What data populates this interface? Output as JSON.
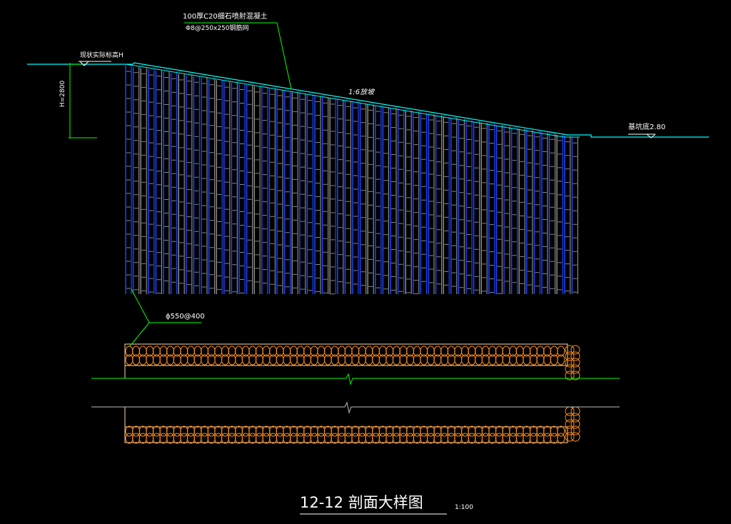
{
  "annotations": {
    "shotcrete": "100厚C20细石喷射混凝土",
    "mesh": "Φ8@250x250钢筋网",
    "existing_grade": "现状实际标高H",
    "height": "H=2800",
    "slope": "1:6放坡",
    "pit_bottom": "基坑底2.80",
    "pile": "ϕ550@400"
  },
  "title": {
    "main": "12-12 剖面大样图",
    "scale": "1:100"
  },
  "colors": {
    "background": "#000000",
    "ground_line": "#00ffff",
    "leader": "#00ff00",
    "pile_blue": "#1e46ff",
    "pile_gray": "#8a8a8a",
    "pile_plan": "#ff8c1a",
    "plan_outline": "#ffd9a0"
  }
}
